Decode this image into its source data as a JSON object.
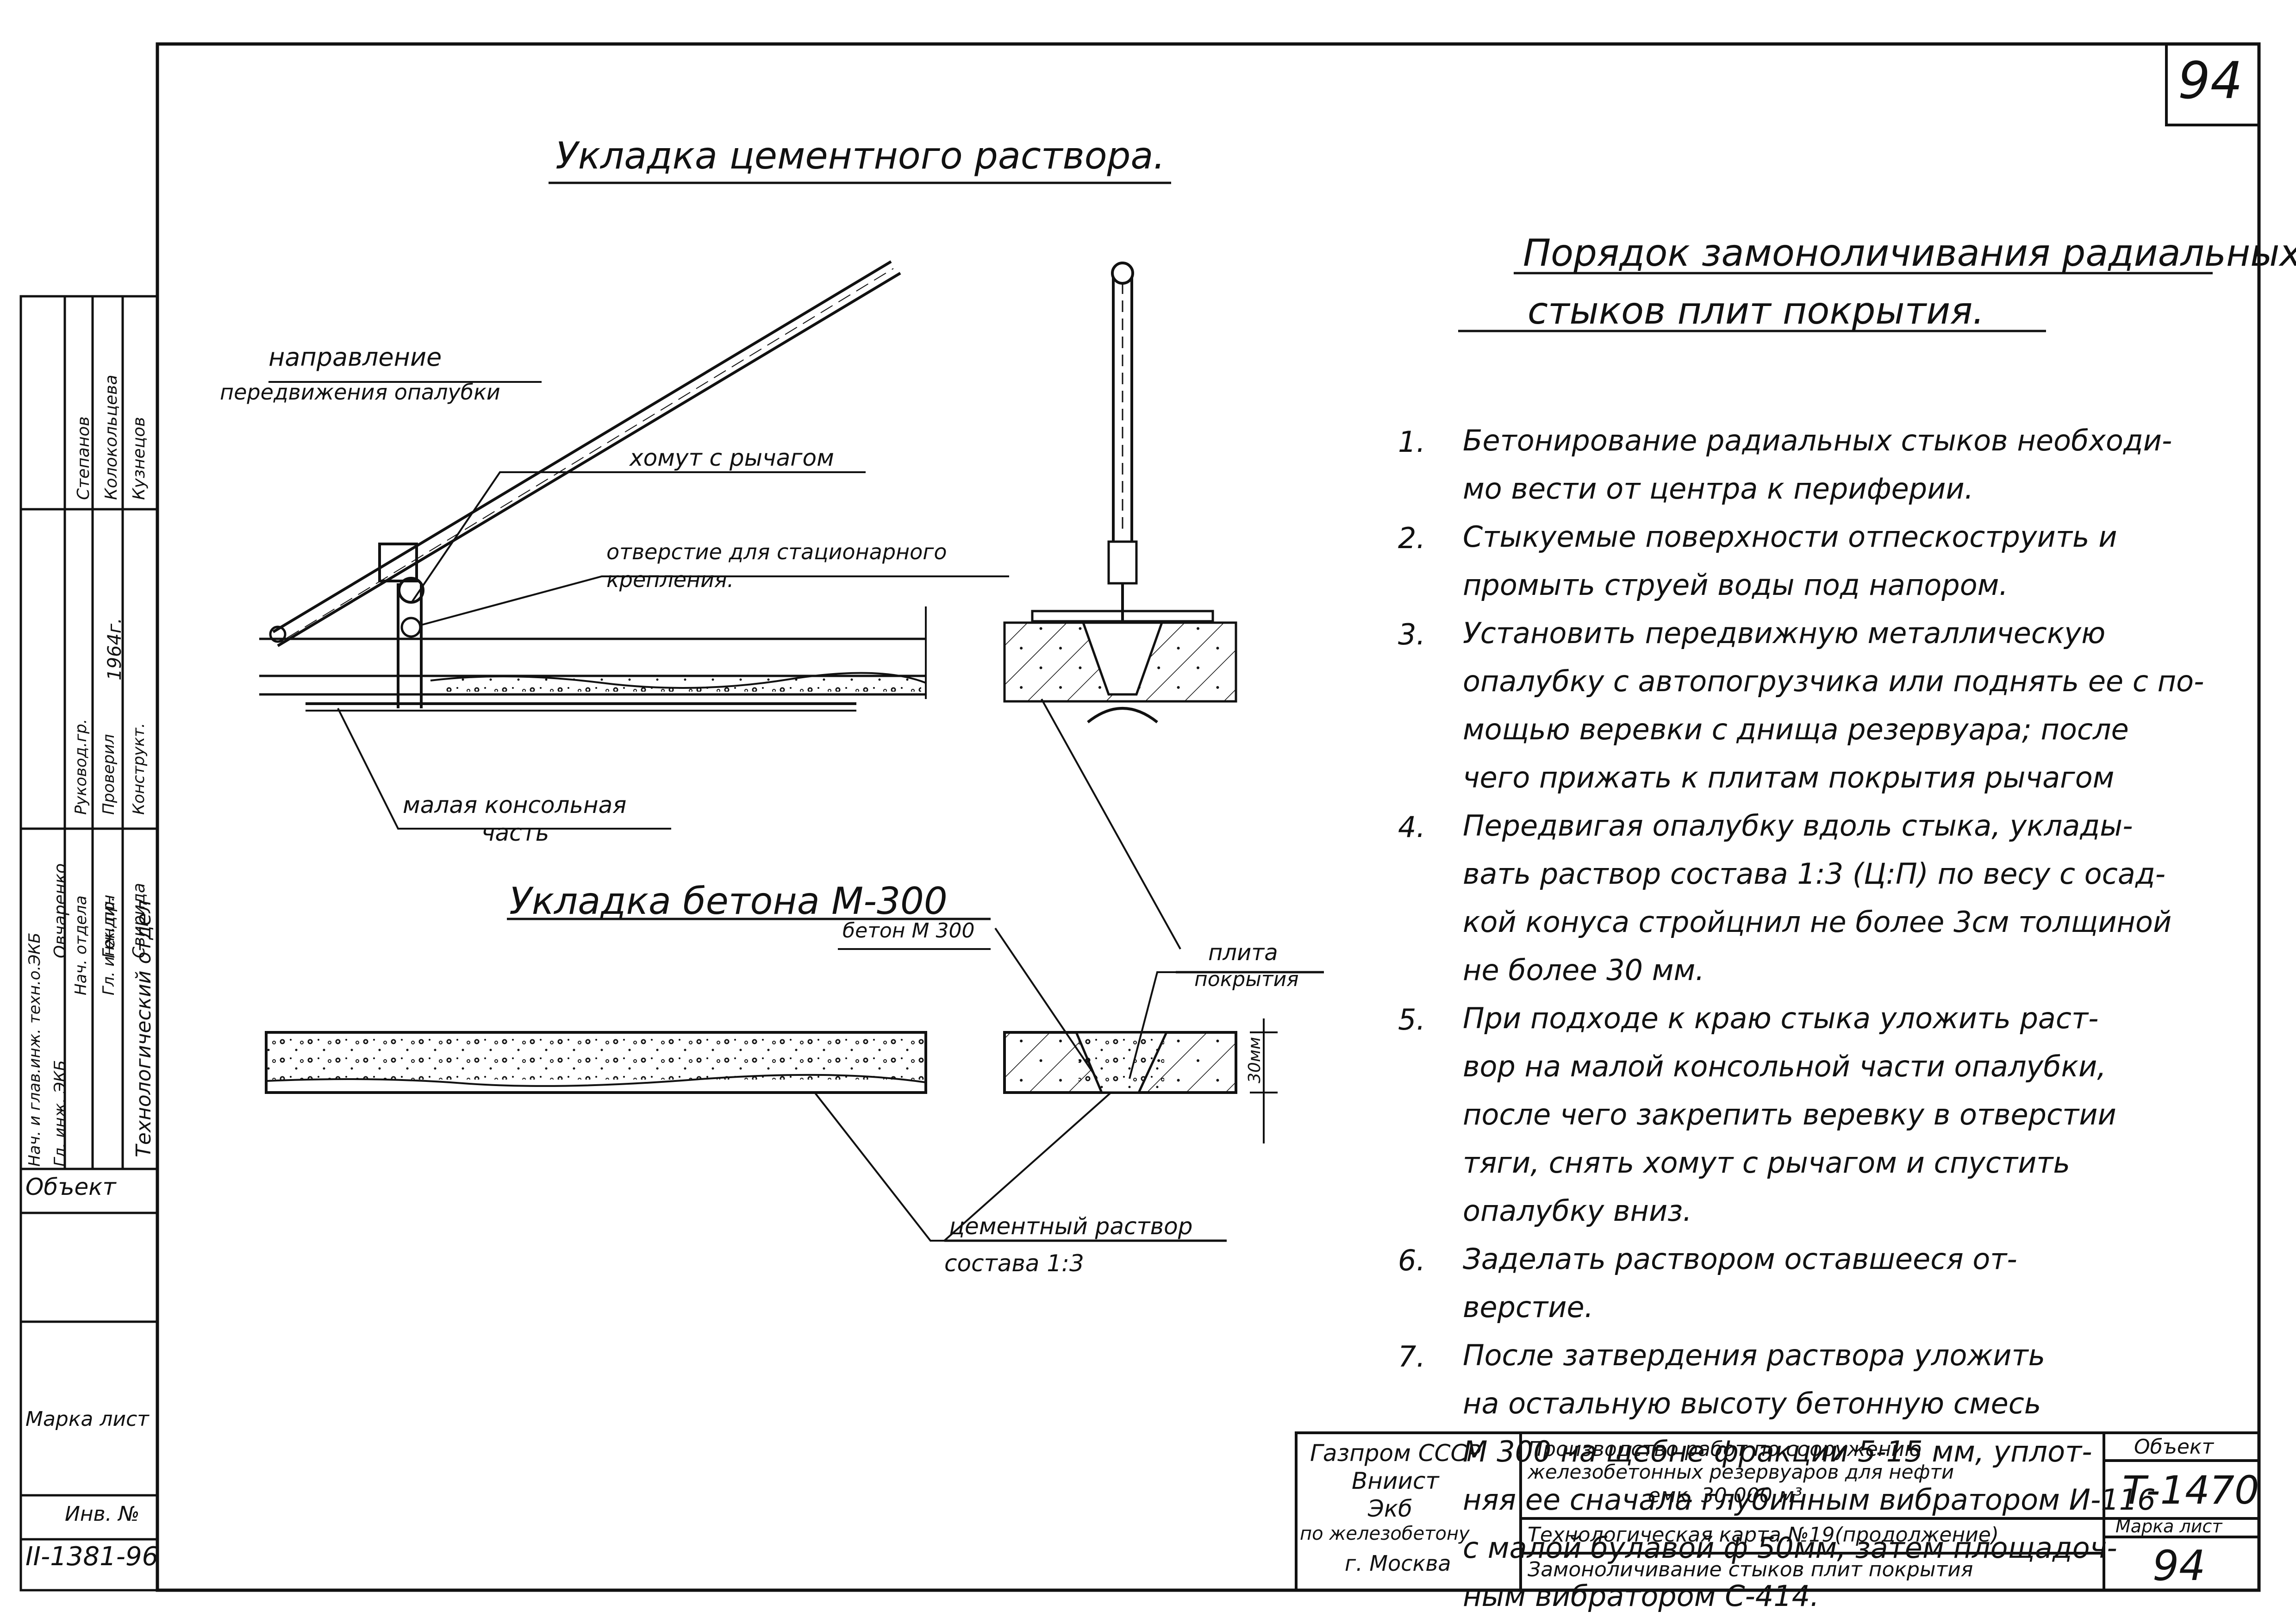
{
  "sheet_number": "94",
  "title_mortar": "Укладка цементного раствора.",
  "labels": {
    "direction_line1": "направление",
    "direction_line2": "передвижения опалубки",
    "clamp_lever": "хомут с рычагом",
    "hole_line1": "отверстие для стационарного",
    "hole_line2": "крепления.",
    "console_line1": "малая консольная",
    "console_line2": "часть",
    "slab_line1": "плита",
    "slab_line2": "покрытия",
    "concrete_small": "бетон М 300",
    "mortar_line1": "цементный раствор",
    "mortar_line2": "состава 1:3",
    "dim_30": "30мм"
  },
  "title_concrete": "Укладка бетона М-300",
  "procedure": {
    "title_line1": "Порядок замоноличивания радиальных",
    "title_line2": "стыков плит покрытия.",
    "steps": [
      {
        "num": "1.",
        "lines": [
          "Бетонирование радиальных стыков необходи-",
          "мо вести от центра к периферии."
        ]
      },
      {
        "num": "2.",
        "lines": [
          "Стыкуемые поверхности отпескоструить и",
          "промыть струей воды под напором."
        ]
      },
      {
        "num": "3.",
        "lines": [
          "Установить передвижную металлическую",
          "опалубку с автопогрузчика или поднять ее с по-",
          "мощью веревки с днища резервуара; после",
          "чего прижать к плитам покрытия рычагом"
        ]
      },
      {
        "num": "4.",
        "lines": [
          "Передвигая опалубку вдоль стыка, уклады-",
          "вать раствор состава 1:3 (Ц:П) по весу с осад-",
          "кой конуса стройцнил не более 3см толщиной",
          "не более 30 мм."
        ]
      },
      {
        "num": "5.",
        "lines": [
          "При подходе к краю стыка уложить раст-",
          "вор на малой консольной части опалубки,",
          "после чего закрепить веревку в отверстии",
          "тяги, снять хомут с рычагом и спустить",
          "опалубку вниз."
        ]
      },
      {
        "num": "6.",
        "lines": [
          "Заделать раствором оставшееся от-",
          "верстие."
        ]
      },
      {
        "num": "7.",
        "lines": [
          "После затвердения раствора уложить",
          "на остальную высоту бетонную смесь",
          "М 300 на щебне фракции 5-15 мм, уплот-",
          "няя ее сначала глубинным вибратором И-116",
          "с малой булавой ф 50мм, затем площадоч-",
          "ным вибратором С-414."
        ]
      }
    ]
  },
  "stamp": {
    "org_line1": "Газпром СССР",
    "org_line2": "Вниист",
    "org_line3": "Экб",
    "org_line4": "по железобетону",
    "org_line5": "г. Москва",
    "work_line1": "Производство работ по сооружению",
    "work_line2": "железобетонных резервуаров для нефти",
    "work_line3": "емк. 30.000 м³",
    "tech_card": "Технологическая карта №19(продолжение)",
    "subject": "Замоноличивание стыков плит покрытия",
    "object_label": "Объект",
    "object_value": "Т-1470",
    "sheet_label": "Марка лист",
    "sheet_value": "94"
  },
  "side": {
    "roles": [
      "Нач. и глав.инж. техн.о.ЭКБ",
      "Гл. инж. ЭКБ",
      "Нач. отдела",
      "Гл. инж. пр.",
      "Руковод.гр.",
      "Проверил",
      "Конструкт."
    ],
    "names": [
      "",
      "Овчаренко",
      "Гендин",
      "Свирида",
      "Степанов",
      "Колокольцева",
      "Кузнецов"
    ],
    "year": "1964г.",
    "dept": "Технологический отдел",
    "object_label": "Объект",
    "sheet_mark": "Марка лист",
    "inv_label": "Инв. №",
    "doc_number": "II-1381-96"
  },
  "colors": {
    "ink": "#111111",
    "paper": "#ffffff"
  }
}
